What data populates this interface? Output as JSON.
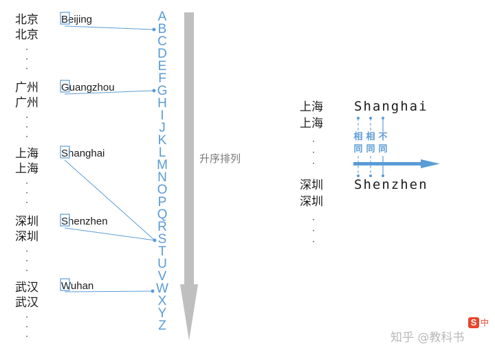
{
  "left_groups": [
    {
      "cn1": "北京",
      "cn2": "北京",
      "pinyin": "Beijing"
    },
    {
      "cn1": "广州",
      "cn2": "广州",
      "pinyin": "Guangzhou"
    },
    {
      "cn1": "上海",
      "cn2": "上海",
      "pinyin": "Shanghai"
    },
    {
      "cn1": "深圳",
      "cn2": "深圳",
      "pinyin": "Shenzhen"
    },
    {
      "cn1": "武汉",
      "cn2": "武汉",
      "pinyin": "Wuhan"
    }
  ],
  "dot": "·",
  "letters": [
    "A",
    "B",
    "C",
    "D",
    "E",
    "F",
    "G",
    "H",
    "I",
    "J",
    "K",
    "L",
    "M",
    "N",
    "O",
    "P",
    "Q",
    "R",
    "S",
    "T",
    "U",
    "V",
    "W",
    "X",
    "Y",
    "Z"
  ],
  "sort_label": "升序排列",
  "right": {
    "group1": {
      "cn1": "上海",
      "cn2": "上海",
      "pinyin": "Shanghai"
    },
    "group2": {
      "cn1": "深圳",
      "cn2": "深圳",
      "pinyin": "Shenzhen"
    },
    "compare": [
      {
        "top": "相",
        "bottom": "同"
      },
      {
        "top": "相",
        "bottom": "同"
      },
      {
        "top": "不",
        "bottom": "同"
      }
    ]
  },
  "watermark": {
    "text": "知乎 @教科书",
    "badge": "中"
  },
  "colors": {
    "accent": "#5a9bd5",
    "arrow": "#bfbfbf",
    "badge": "#e8452c"
  }
}
